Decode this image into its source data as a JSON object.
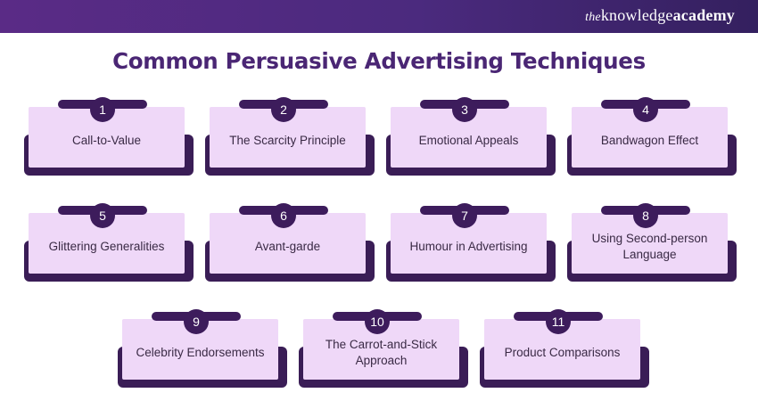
{
  "header": {
    "brand_the": "the",
    "brand_knowledge": "knowledge",
    "brand_academy": "academy"
  },
  "title": "Common Persuasive Advertising Techniques",
  "colors": {
    "header_start": "#5a2b86",
    "header_end": "#34205f",
    "title": "#4a2674",
    "card_fill": "#efd8f8",
    "card_dark": "#3a1d56"
  },
  "techniques": [
    {
      "number": "1",
      "label": "Call-to-Value"
    },
    {
      "number": "2",
      "label": "The Scarcity Principle"
    },
    {
      "number": "3",
      "label": "Emotional Appeals"
    },
    {
      "number": "4",
      "label": "Bandwagon Effect"
    },
    {
      "number": "5",
      "label": "Glittering Generalities"
    },
    {
      "number": "6",
      "label": "Avant-garde"
    },
    {
      "number": "7",
      "label": "Humour in Advertising"
    },
    {
      "number": "8",
      "label": "Using Second-person Language"
    },
    {
      "number": "9",
      "label": "Celebrity Endorsements"
    },
    {
      "number": "10",
      "label": "The Carrot-and-Stick Approach"
    },
    {
      "number": "11",
      "label": "Product Comparisons"
    }
  ]
}
